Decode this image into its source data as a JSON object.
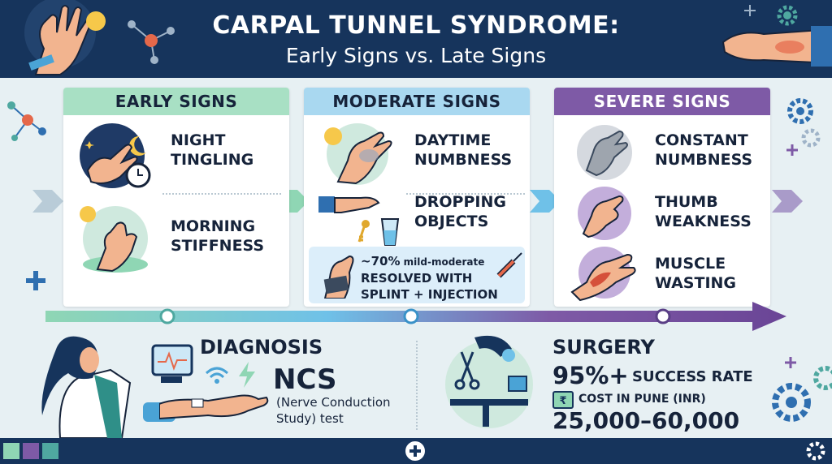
{
  "title": {
    "line1": "CARPAL TUNNEL SYNDROME:",
    "line2": "Early Signs vs. Late Signs"
  },
  "stages": [
    {
      "heading": "EARLY SIGNS",
      "color": "#a8e0c4",
      "signs": [
        "NIGHT\nTINGLING",
        "MORNING\nSTIFFNESS"
      ]
    },
    {
      "heading": "MODERATE SIGNS",
      "color": "#a9d8f0",
      "signs": [
        "DAYTIME\nNUMBNESS",
        "DROPPING\nOBJECTS"
      ]
    },
    {
      "heading": "SEVERE SIGNS",
      "color": "#7e5aa6",
      "signs": [
        "CONSTANT\nNUMBNESS",
        "THUMB\nWEAKNESS",
        "MUSCLE\nWASTING"
      ]
    }
  ],
  "note": {
    "percent": "~70%",
    "qualifier": " mild-moderate",
    "rest": "RESOLVED WITH\nSPLINT + INJECTION"
  },
  "diagnosis": {
    "title": "DIAGNOSIS",
    "test": "NCS",
    "test_full": "(Nerve Conduction\nStudy) test"
  },
  "surgery": {
    "title": "SURGERY",
    "rate_value": "95%+",
    "rate_label": "SUCCESS RATE",
    "cost_label": "COST IN PUNE (INR)",
    "cost_value": "25,000–60,000"
  },
  "colors": {
    "navy": "#16345c",
    "green": "#8fd6b4",
    "blue": "#6fc1e8",
    "purple": "#7e5aa6"
  },
  "icons": [
    "hand-icon",
    "sun-icon",
    "molecule-icon",
    "gear-icon",
    "clock-icon",
    "moon-icon",
    "key-icon",
    "glass-icon",
    "syringe-icon",
    "splint-icon",
    "doctor-icon",
    "monitor-icon",
    "surgical-lamp-icon",
    "scissors-icon",
    "rupee-note-icon",
    "plus-icon"
  ]
}
